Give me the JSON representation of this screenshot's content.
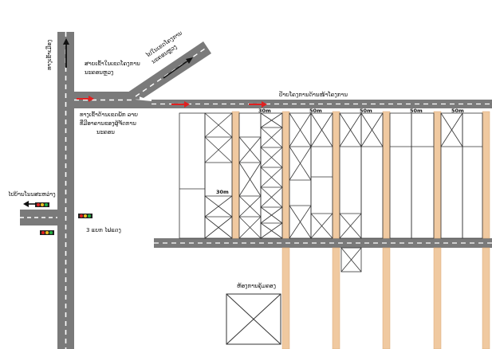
{
  "labels": {
    "vertical_road": "ທາງເຂົ້າເມືອງ",
    "branch_label_1": "ສາຍເຂົ້າໃນເຂດໂຄງການ",
    "branch_label_2": "ນະຄອນຫຼວງ",
    "diagonal_road_1": "ໄປໃນເຂດໂຄງການ",
    "diagonal_road_2": "ນະຄອນຫຼວງ",
    "lower_branch_1": "ທາງເຂົ້າດ້ານເຂດພັກ ລາຍ",
    "lower_branch_2": "ທີ່ມີອາຄານຂອງຜູ້ຈັດການ",
    "lower_branch_3": "ນະຄອນ",
    "main_road": "ປ້າຍໂຄງການດ້ານໜ້າໂຄງການ",
    "left_road": "ໄປບ້ານໂນນສະຫວ່າງ",
    "distance": "3 ແຍກ ໄຟແດງ",
    "building": "ຫ້ອງການຄຸ້ມຄອງ",
    "dim_30m": "30m",
    "dim_50m": "50m",
    "dim_30m_side": "30m"
  },
  "colors": {
    "road": "#7a7a7a",
    "lane": "#ffffff",
    "arrow": "#e02020",
    "sidewalk": "#f0c9a0",
    "lot_stroke": "#333333"
  }
}
